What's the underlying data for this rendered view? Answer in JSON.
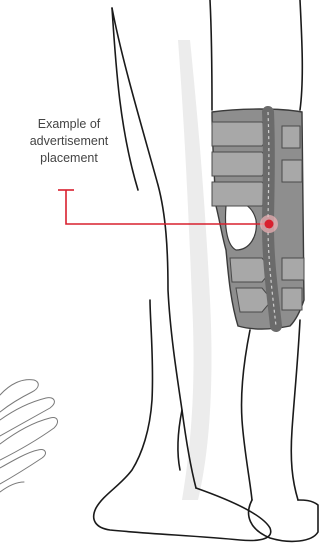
{
  "callout": {
    "lines": [
      "Example of",
      "advertisement",
      "placement"
    ]
  },
  "colors": {
    "outline": "#1a1a1a",
    "callout": "#d8202e",
    "brace_fabric": "#8e8e8e",
    "brace_panel": "#a8a8a8",
    "strap": "#6b6b6b",
    "stitch": "#cfcfcf",
    "shadow": "#ececec",
    "label_text": "#444444"
  },
  "icons": [
    "knee-brace-illustration",
    "hand-sketch",
    "callout-marker"
  ]
}
